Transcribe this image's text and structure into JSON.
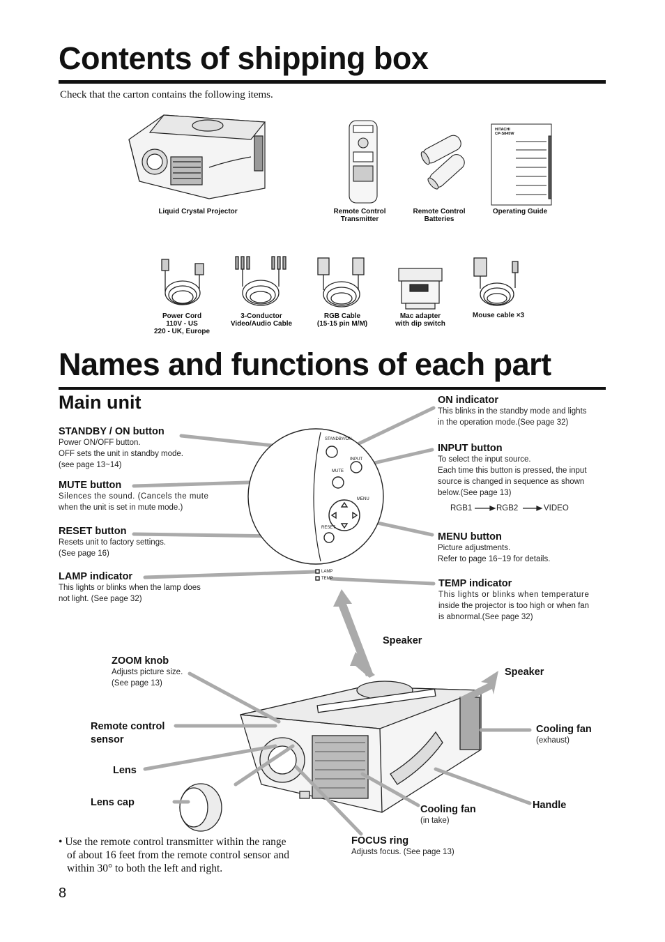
{
  "page_number": "8",
  "section1": {
    "title": "Contents of shipping box",
    "intro": "Check that the carton contains the following items."
  },
  "items": {
    "projector": "Liquid Crystal Projector",
    "remote_1": "Remote Control",
    "remote_2": "Transmitter",
    "batteries_1": "Remote Control",
    "batteries_2": "Batteries",
    "guide": "Operating Guide",
    "power_1": "Power Cord",
    "power_2": "110V - US",
    "power_3": "220 - UK, Europe",
    "av_1": "3-Conductor",
    "av_2": "Video/Audio Cable",
    "rgb_1": "RGB Cable",
    "rgb_2": "(15-15 pin M/M)",
    "mac_1": "Mac adapter",
    "mac_2": "with dip switch",
    "mouse": "Mouse cable ×3"
  },
  "guide_cover": {
    "brand": "HITACHI",
    "model": "CP-S845W"
  },
  "section2": {
    "title": "Names and functions of each part",
    "subtitle": "Main unit"
  },
  "panel": {
    "standby": "STANDBY/ON",
    "input": "INPUT",
    "mute": "MUTE",
    "menu": "MENU",
    "reset": "RESET",
    "lamp": "LAMP",
    "temp": "TEMP"
  },
  "parts": {
    "standby": {
      "label": "STANDBY / ON button",
      "d1": "Power ON/OFF button.",
      "d2": "OFF sets the unit in standby mode.",
      "d3": "(see page 13~14)"
    },
    "mute": {
      "label": "MUTE button",
      "d1": "Silences the sound. (Cancels the mute",
      "d2": "when the unit is set in mute mode.)"
    },
    "reset": {
      "label": "RESET button",
      "d1": "Resets unit to factory settings.",
      "d2": "(See page 16)"
    },
    "lamp": {
      "label": "LAMP indicator",
      "d1": "This lights or blinks when the lamp does",
      "d2": "not light. (See page 32)"
    },
    "on": {
      "label": "ON indicator",
      "d1": "This blinks in the standby mode and lights",
      "d2": "in the operation mode.(See page 32)"
    },
    "input": {
      "label": "INPUT button",
      "d1": "To select the input source.",
      "d2": "Each time this button is pressed, the input",
      "d3": "source is changed in sequence as shown",
      "d4": "below.(See page 13)"
    },
    "sequence": {
      "a": "RGB1",
      "b": "RGB2",
      "c": "VIDEO"
    },
    "menu": {
      "label": "MENU button",
      "d1": "Picture adjustments.",
      "d2": "Refer to page 16~19 for details."
    },
    "temp": {
      "label": "TEMP indicator",
      "d1": "This lights or blinks when temperature",
      "d2": "inside the projector is too high or when fan",
      "d3": "is abnormal.(See page 32)"
    },
    "speaker1": "Speaker",
    "speaker2": "Speaker",
    "zoom": {
      "label": "ZOOM knob",
      "d1": "Adjusts picture size.",
      "d2": "(See page 13)"
    },
    "remote_sensor": {
      "l1": "Remote control",
      "l2": "sensor"
    },
    "lens": "Lens",
    "lens_cap": "Lens cap",
    "fan_exhaust": {
      "label": "Cooling fan",
      "d1": "(exhaust)"
    },
    "handle": "Handle",
    "fan_intake": {
      "label": "Cooling fan",
      "d1": "(in take)"
    },
    "focus": {
      "label": "FOCUS ring",
      "d1": "Adjusts focus. (See page 13)"
    }
  },
  "note": {
    "bullet": "•",
    "l1": "Use the remote control transmitter within the range",
    "l2": "of about 16 feet from the remote control sensor and",
    "l3": "within 30° to both the left and right."
  }
}
